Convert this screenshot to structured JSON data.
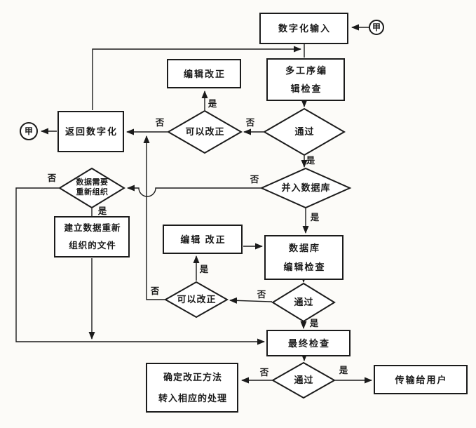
{
  "diagram_type": "flowchart",
  "connectors": {
    "top_right": "甲",
    "left": "甲"
  },
  "nodes": {
    "digitize_input": {
      "label": "数字化输入",
      "type": "process"
    },
    "multi_process_check": {
      "lines": [
        "多工序编",
        "辑检查"
      ],
      "type": "process"
    },
    "edit_correct_1": {
      "label": "编辑改正",
      "type": "process"
    },
    "return_digitize": {
      "label": "返回数字化",
      "type": "process"
    },
    "pass_1": {
      "label": "通过",
      "type": "decision"
    },
    "can_correct_1": {
      "label": "可以改正",
      "type": "decision"
    },
    "merge_into_db": {
      "label": "并入数据库",
      "type": "decision"
    },
    "need_reorg": {
      "lines": [
        "数据需要",
        "重新组织"
      ],
      "type": "decision"
    },
    "rebuild_file": {
      "lines": [
        "建立数据重新",
        "组织的文件"
      ],
      "type": "process"
    },
    "edit_correct_2": {
      "label": "编辑 改正",
      "type": "process"
    },
    "db_edit_check": {
      "lines": [
        "数据库",
        "编辑检查"
      ],
      "type": "process"
    },
    "pass_2": {
      "label": "通过",
      "type": "decision"
    },
    "can_correct_2": {
      "label": "可以改正",
      "type": "decision"
    },
    "final_check": {
      "label": "最终检查",
      "type": "process"
    },
    "pass_3": {
      "label": "通过",
      "type": "decision"
    },
    "determine_method": {
      "lines": [
        "确定改正方法",
        "转入相应的处理"
      ],
      "type": "process"
    },
    "transmit_user": {
      "label": "传输给用户",
      "type": "process"
    }
  },
  "branch_labels": {
    "pass1_no": "否",
    "pass1_yes": "是",
    "can_correct1_yes": "是",
    "can_correct1_no": "否",
    "merge_no": "否",
    "merge_yes": "是",
    "need_reorg_no": "否",
    "need_reorg_yes": "是",
    "can_correct2_yes": "是",
    "can_correct2_no": "否",
    "pass2_no": "否",
    "pass2_yes": "是",
    "pass3_no": "否",
    "pass3_yes": "是"
  },
  "colors": {
    "line": "#1b1b1b",
    "node_fill": "#ffffff",
    "background": "#fcfbf8"
  }
}
